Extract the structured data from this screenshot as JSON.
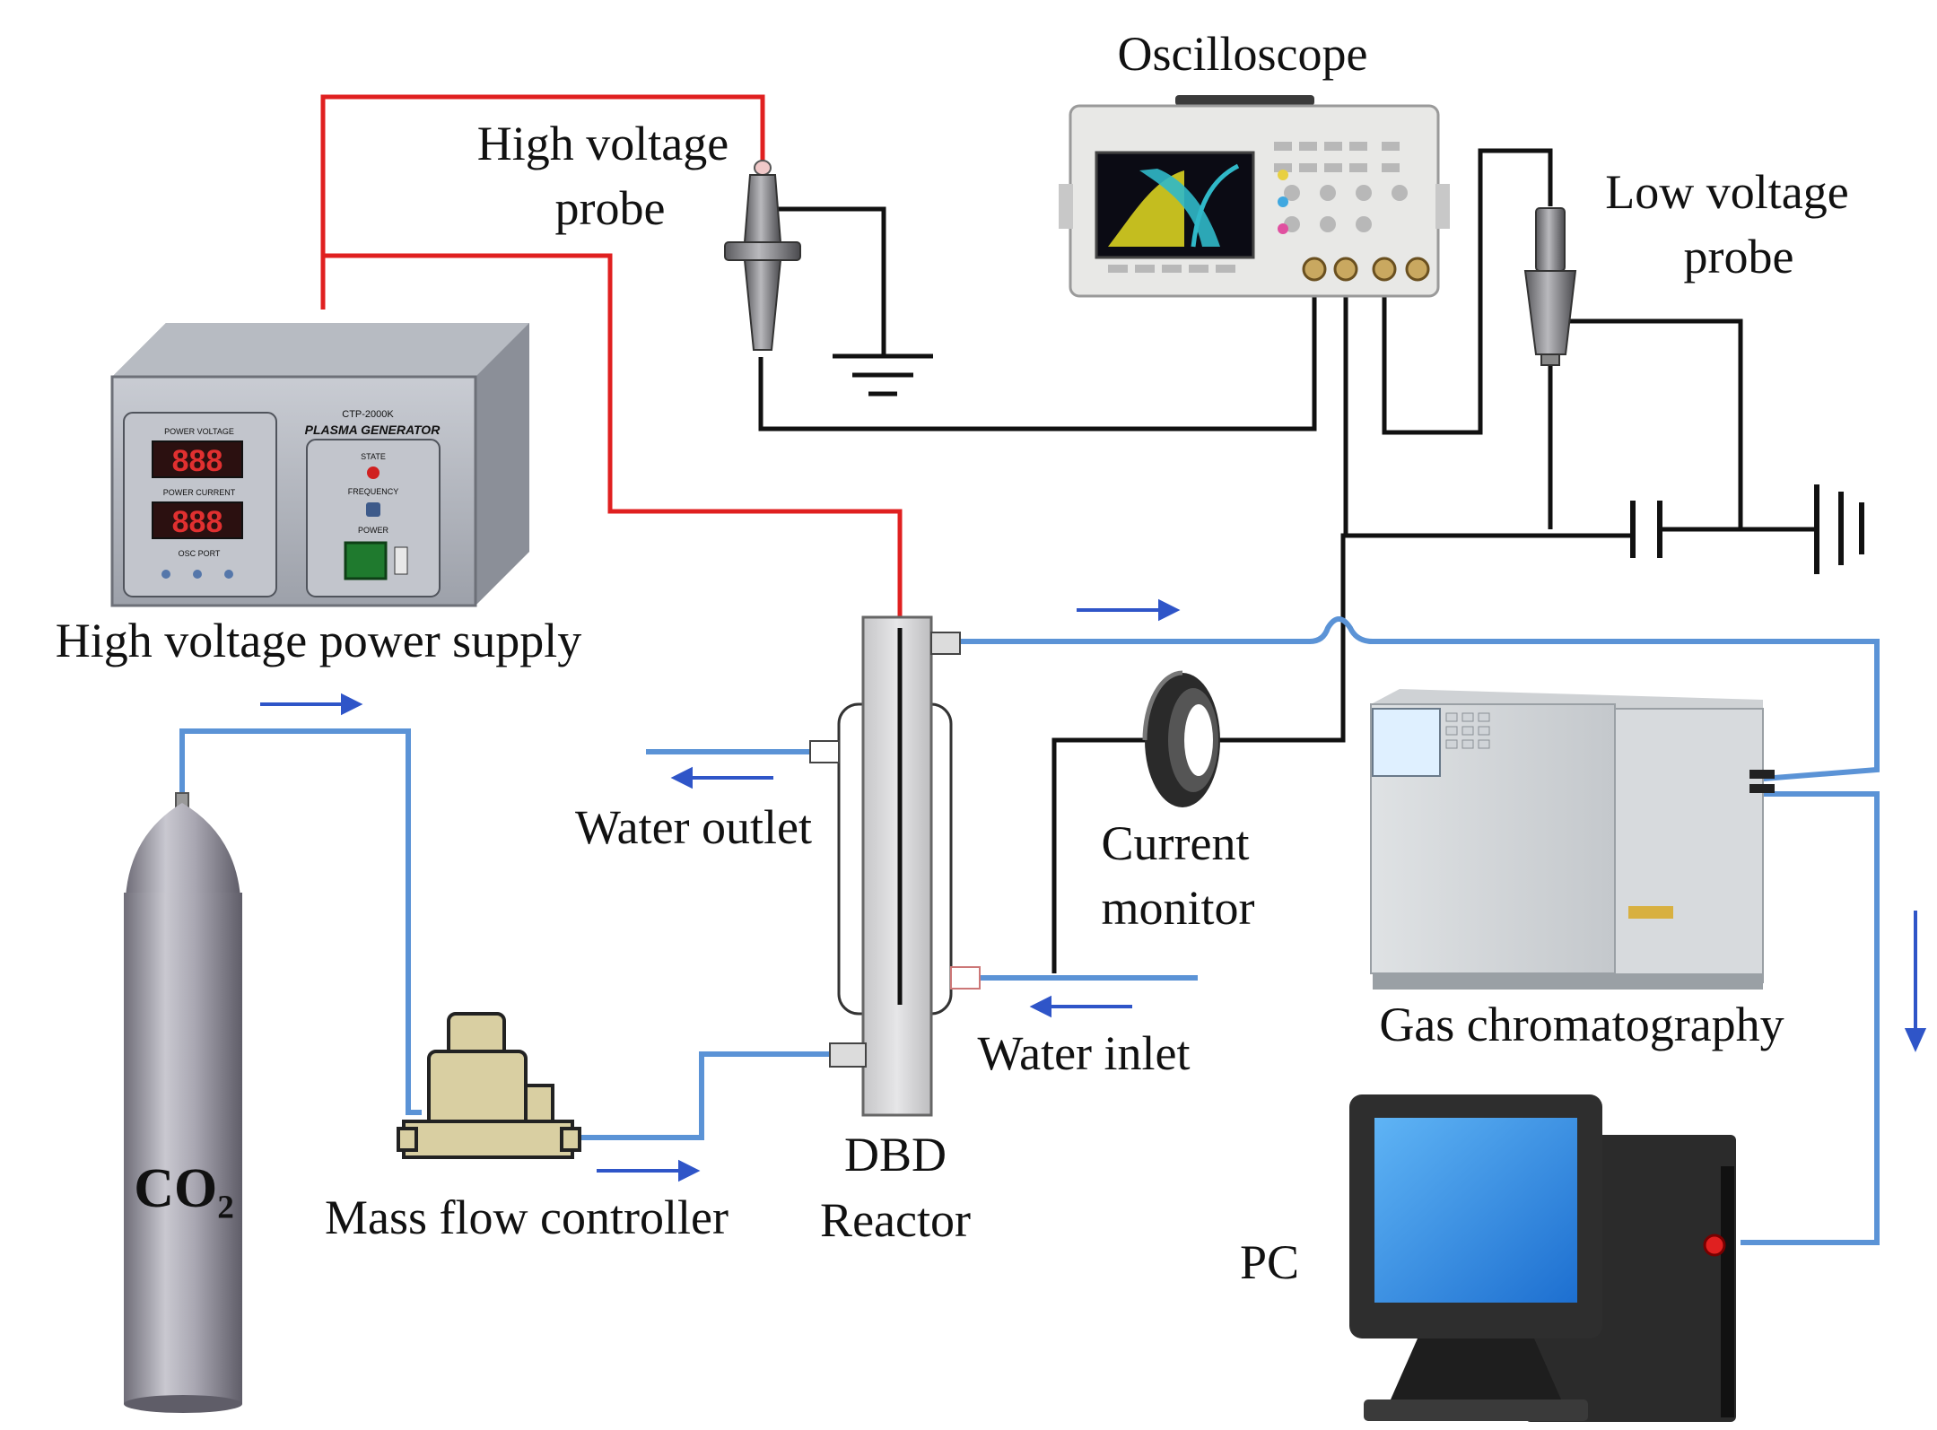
{
  "labels": {
    "oscilloscope": "Oscilloscope",
    "hv_probe_l1": "High voltage",
    "hv_probe_l2": "probe",
    "lv_probe_l1": "Low voltage",
    "lv_probe_l2": "probe",
    "hv_supply": "High voltage power supply",
    "water_outlet": "Water outlet",
    "water_inlet": "Water inlet",
    "current_l1": "Current",
    "current_l2": "monitor",
    "gc": "Gas chromatography",
    "dbd_l1": "DBD",
    "dbd_l2": "Reactor",
    "mfc": "Mass flow controller",
    "pc": "PC",
    "co2": "CO₂"
  },
  "device_text": {
    "model": "CTP-2000K",
    "generator": "PLASMA GENERATOR",
    "power_voltage": "POWER VOLTAGE",
    "power_current": "POWER CURRENT",
    "state": "STATE",
    "frequency": "FREQUENCY",
    "power": "POWER",
    "osc_port": "OSC PORT",
    "meter_v": "888",
    "meter_i": "888"
  },
  "colors": {
    "hv_wire": "#e02020",
    "signal_wire": "#111111",
    "gas_line": "#5b93d6",
    "arrow": "#2f55c8",
    "cylinder": "#9a98a2",
    "mfc": "#d9cfa2"
  },
  "icons": {
    "ground": "ground-symbol-icon",
    "capacitor": "capacitor-symbol-icon",
    "flow_arrow": "flow-arrow-icon"
  }
}
